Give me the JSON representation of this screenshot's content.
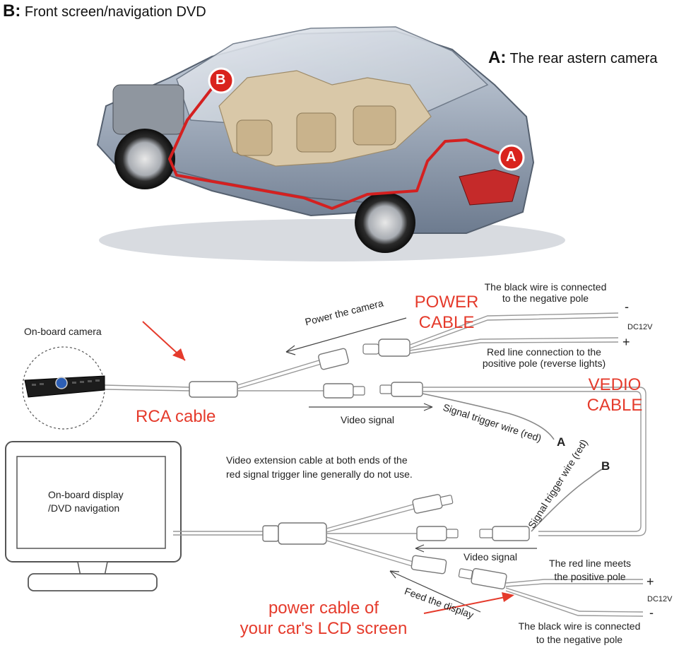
{
  "top": {
    "b_letter": "B:",
    "b_text": "Front screen/navigation DVD",
    "a_letter": "A:",
    "a_text": "The rear astern camera",
    "marker_b": "B",
    "marker_a": "A"
  },
  "wiring": {
    "onboard_camera": "On-board camera",
    "rca_cable": "RCA cable",
    "power_cable_line1": "POWER",
    "power_cable_line2": "CABLE",
    "vedio_cable_line1": "VEDIO",
    "vedio_cable_line2": "CABLE",
    "power_the_camera": "Power the camera",
    "black_wire_top_line1": "The black wire is connected",
    "black_wire_top_line2": "to the negative pole",
    "red_line_top_line1": "Red line connection to the",
    "red_line_top_line2": "positive pole (reverse lights)",
    "minus_sign": "-",
    "plus_sign": "+",
    "dc12v": "DC12V",
    "video_signal": "Video signal",
    "signal_trigger_wire": "Signal trigger wire (red)",
    "trigger_a": "A",
    "trigger_b": "B",
    "extension_note_line1": "Video extension cable at both ends of the",
    "extension_note_line2": "red signal trigger line generally do not use.",
    "display_line1": "On-board display",
    "display_line2": "/DVD navigation",
    "feed_the_display": "Feed the display",
    "red_line_bottom_line1": "The red line meets",
    "red_line_bottom_line2": "the positive pole",
    "black_wire_bottom_line1": "The black wire is connected",
    "black_wire_bottom_line2": "to the negative pole",
    "lcd_power_line1": "power cable of",
    "lcd_power_line2": "your car's LCD screen"
  },
  "colors": {
    "annotation_red": "#e53b2c",
    "route_red": "#d42020",
    "wire_gray": "#9a9a9a"
  }
}
